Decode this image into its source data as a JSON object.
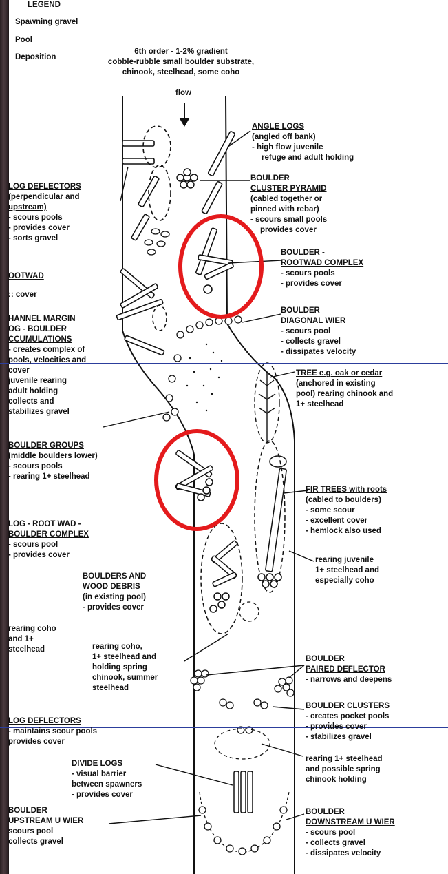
{
  "legend": {
    "title": "LEGEND",
    "items": [
      "Spawning gravel",
      "Pool",
      "Deposition"
    ]
  },
  "header_note": [
    "6th order - 1-2% gradient",
    "cobble-rubble small boulder substrate,",
    "chinook, steelhead, some coho"
  ],
  "flow_label": "flow",
  "right_labels": [
    {
      "id": "angle-logs",
      "title": [
        "ANGLE LOGS"
      ],
      "lines": [
        "(angled off bank)",
        "- high flow juvenile",
        "  refuge and adult holding"
      ]
    },
    {
      "id": "boulder-cluster-pyramid",
      "title": [
        "BOULDER",
        "CLUSTER PYRAMID"
      ],
      "lines": [
        "(cabled together or",
        "pinned with rebar)",
        "- scours small pools",
        "  provides cover"
      ]
    },
    {
      "id": "boulder-rootwad-complex",
      "title": [
        "BOULDER -",
        "ROOTWAD COMPLEX"
      ],
      "lines": [
        "- scours pools",
        "- provides cover"
      ]
    },
    {
      "id": "boulder-diagonal-wier",
      "title": [
        "BOULDER",
        "DIAGONAL WIER"
      ],
      "lines": [
        "- scours pool",
        "- collects gravel",
        "- dissipates velocity"
      ]
    },
    {
      "id": "tree",
      "title": [
        "TREE e.g. oak or cedar"
      ],
      "lines": [
        "(anchored in existing",
        "pool) rearing chinook and",
        "1+ steelhead"
      ]
    },
    {
      "id": "fir-trees",
      "title": [
        "FIR TREES with roots"
      ],
      "lines": [
        "(cabled to boulders)",
        "- some scour",
        "- excellent cover",
        "- hemlock also used"
      ]
    },
    {
      "id": "rearing-juvenile",
      "title": [],
      "lines": [
        "rearing juvenile",
        "1+ steelhead and",
        "especially coho"
      ]
    },
    {
      "id": "boulder-paired-deflector",
      "title": [
        "BOULDER",
        "PAIRED DEFLECTOR"
      ],
      "lines": [
        "- narrows and deepens"
      ]
    },
    {
      "id": "boulder-clusters",
      "title": [
        "BOULDER CLUSTERS"
      ],
      "lines": [
        "- creates pocket pools",
        "- provides cover",
        "- stabilizes gravel"
      ]
    },
    {
      "id": "rearing-steelhead-spring",
      "title": [],
      "lines": [
        "rearing 1+ steelhead",
        "and possible spring",
        "chinook holding"
      ]
    },
    {
      "id": "boulder-downstream-u-wier",
      "title": [
        "BOULDER",
        "DOWNSTREAM U WIER"
      ],
      "lines": [
        "- scours pool",
        "- collects gravel",
        "- dissipates velocity"
      ]
    }
  ],
  "left_labels": [
    {
      "id": "log-deflectors-top",
      "title": [
        "LOG DEFLECTORS"
      ],
      "lines": [
        "(perpendicular and",
        "upstream)",
        "- scours pools",
        "- provides cover",
        "- sorts gravel"
      ]
    },
    {
      "id": "rootwad",
      "title": [
        "OOTWAD"
      ],
      "lines": [
        ":: cover"
      ]
    },
    {
      "id": "channel-margin",
      "title": [
        "HANNEL MARGIN",
        "OG - BOULDER",
        "CCUMULATIONS"
      ],
      "lines": [
        "- creates complex of",
        "  pools, velocities and",
        "  cover",
        "  juvenile rearing",
        "  adult holding",
        "  collects and",
        "  stabilizes gravel"
      ]
    },
    {
      "id": "boulder-groups",
      "title": [
        "BOULDER GROUPS"
      ],
      "lines": [
        "(middle boulders lower)",
        "- scours pools",
        "- rearing 1+ steelhead"
      ]
    },
    {
      "id": "log-root-wad-boulder",
      "title": [
        "LOG - ROOT WAD -",
        "BOULDER COMPLEX"
      ],
      "lines": [
        "- scours pool",
        "- provides cover"
      ]
    },
    {
      "id": "rearing-coho-left",
      "title": [],
      "lines": [
        "rearing coho",
        "and 1+",
        "steelhead"
      ]
    },
    {
      "id": "log-deflectors-bottom",
      "title": [
        "LOG DEFLECTORS"
      ],
      "lines": [
        "- maintains scour pools",
        "  provides cover"
      ]
    },
    {
      "id": "boulder-upstream-u-wier",
      "title": [
        "BOULDER",
        "UPSTREAM U WIER"
      ],
      "lines": [
        "scours pool",
        "collects gravel"
      ]
    }
  ],
  "center_labels": [
    {
      "id": "boulders-wood-debris",
      "title": [
        "BOULDERS AND",
        "WOOD DEBRIS"
      ],
      "lines": [
        "(in existing pool)",
        "- provides cover"
      ]
    },
    {
      "id": "rearing-coho-center",
      "title": [],
      "lines": [
        "rearing coho,",
        "1+ steelhead and",
        "holding spring",
        "chinook, summer",
        "steelhead"
      ]
    },
    {
      "id": "divide-logs",
      "title": [
        "DIVIDE LOGS"
      ],
      "lines": [
        "- visual barrier",
        "  between spawners",
        "- provides cover"
      ]
    }
  ],
  "colors": {
    "highlight_circle": "#e41a1c",
    "ink": "#111111",
    "rule": "#2c3e9c",
    "background": "#ffffff"
  }
}
